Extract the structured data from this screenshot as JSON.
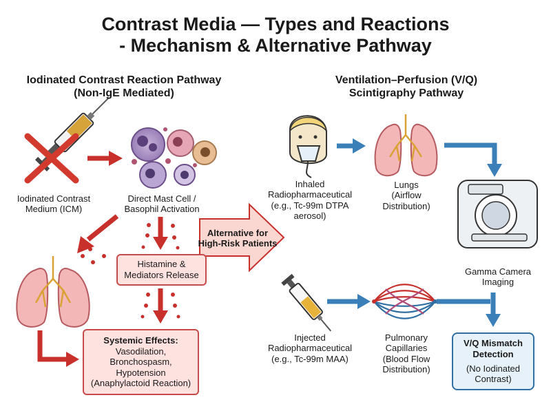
{
  "title": {
    "line1": "Contrast Media — Types and Reactions",
    "line2": "- Mechanism & Alternative Pathway"
  },
  "left_section": {
    "heading_line1": "Iodinated Contrast Reaction Pathway",
    "heading_line2": "(Non-IgE Mediated)",
    "icm_label_line1": "Iodinated Contrast",
    "icm_label_line2": "Medium (ICM)",
    "mast_label_line1": "Direct Mast Cell /",
    "mast_label_line2": "Basophil Activation",
    "histamine_box": {
      "line1": "Histamine &",
      "line2": "Mediators Release"
    },
    "systemic_box": {
      "heading": "Systemic Effects:",
      "line1": "Vasodilation,",
      "line2": "Bronchospasm,",
      "line3": "Hypotension",
      "line4": "(Anaphylactoid Reaction)"
    }
  },
  "alternative_arrow": {
    "line1": "Alternative for",
    "line2": "High-Risk Patients"
  },
  "right_section": {
    "heading_line1": "Ventilation–Perfusion (V/Q)",
    "heading_line2": "Scintigraphy Pathway",
    "inhaled": {
      "line1": "Inhaled",
      "line2": "Radiopharmaceutical",
      "line3": "(e.g., Tc-99m DTPA",
      "line4": "aerosol)"
    },
    "lungs": {
      "line1": "Lungs",
      "line2": "(Airflow",
      "line3": "Distribution)"
    },
    "gamma": {
      "line1": "Gamma Camera",
      "line2": "Imaging"
    },
    "injected": {
      "line1": "Injected",
      "line2": "Radiopharmaceutical",
      "line3": "(e.g., Tc-99m MAA)"
    },
    "capillaries": {
      "line1": "Pulmonary",
      "line2": "Capillaries",
      "line3": "(Blood Flow",
      "line4": "Distribution)"
    },
    "mismatch_box": {
      "line1": "V/Q Mismatch",
      "line2": "Detection",
      "line3": "(No Iodinated",
      "line4": "Contrast)"
    }
  },
  "colors": {
    "red_arrow": "#c8302c",
    "blue_arrow": "#3a7fb8",
    "red_box_fill": "#fde2e0",
    "blue_box_fill": "#e6f1fa",
    "alt_arrow_fill": "#fbd7d2"
  },
  "icons": [
    "crossed-syringe-icon",
    "mast-cells-icon",
    "lungs-icon",
    "mediator-dots-icon",
    "patient-mask-icon",
    "blue-lungs-icon",
    "gamma-camera-icon",
    "syringe-icon",
    "capillaries-icon"
  ]
}
